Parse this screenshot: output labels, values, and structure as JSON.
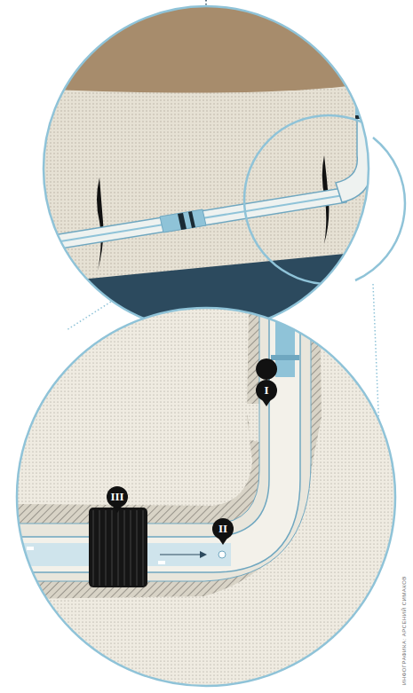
{
  "diagram": {
    "labels": [
      "I",
      "II",
      "III",
      "ИНФОГРАФИКА: АРСЕНИЙ СИМАКОВ"
    ]
  }
}
